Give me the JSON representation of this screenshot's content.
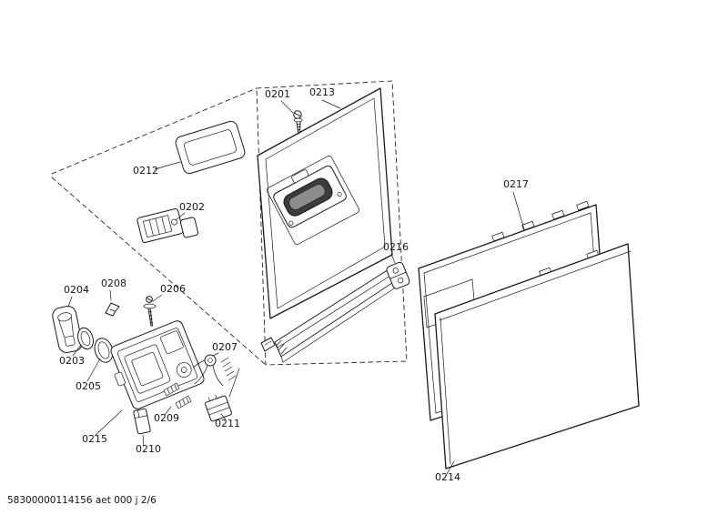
{
  "footer": {
    "text": "58300000114156 aet 000 j 2/6"
  },
  "colors": {
    "line": "#1a1a1a",
    "background": "#ffffff",
    "handle_fill": "#3c3c3c"
  },
  "labels": {
    "l0201": "0201",
    "l0202": "0202",
    "l0203": "0203",
    "l0204": "0204",
    "l0205": "0205",
    "l0206": "0206",
    "l0207": "0207",
    "l0208": "0208",
    "l0209": "0209",
    "l0210": "0210",
    "l0211": "0211",
    "l0212": "0212",
    "l0213": "0213",
    "l0214": "0214",
    "l0215": "0215",
    "l0216": "0216",
    "l0217": "0217"
  }
}
